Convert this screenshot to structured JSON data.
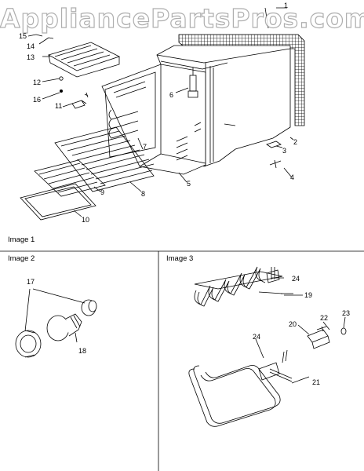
{
  "watermark": "AppliancePartsPros.com",
  "sections": {
    "image1": "Image 1",
    "image2": "Image 2",
    "image3": "Image 3"
  },
  "callouts": {
    "c1": "1",
    "c2": "2",
    "c3": "3",
    "c4": "4",
    "c5": "5",
    "c6": "6",
    "c7": "7",
    "c8": "8",
    "c9": "9",
    "c10": "10",
    "c11": "11",
    "c12": "12",
    "c13": "13",
    "c14": "14",
    "c15": "15",
    "c16": "16",
    "c17": "17",
    "c18": "18",
    "c19": "19",
    "c20": "20",
    "c21": "21",
    "c22": "22",
    "c23": "23",
    "c24a": "24",
    "c24b": "24"
  }
}
